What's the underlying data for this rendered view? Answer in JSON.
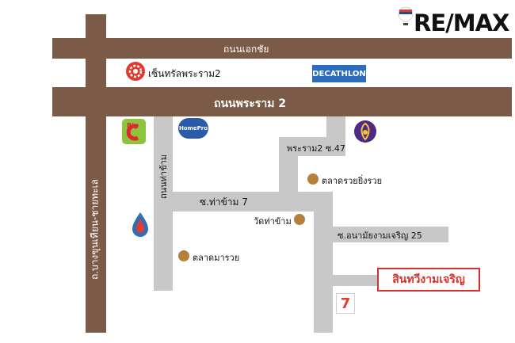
{
  "brand": {
    "name": "RE/MAX"
  },
  "roads": {
    "ekkachai": "ถนนเอกชัย",
    "rama2": "ถนนพระราม 2",
    "bangkhunthian": "ถ.บางขุนเทียน-ชายทะเล",
    "thakham": "ถนนท่าข้าม",
    "soi_thakham7": "ซ.ท่าข้าม 7",
    "soi_rama2_47": "พระราม2 ซ.47",
    "soi_anamai25": "ซ.อนามัยงามเจริญ 25"
  },
  "places": {
    "central_rama2": "เซ็นทรัลพระราม2",
    "decathlon": "DECATHLON",
    "homepro": "HomePro",
    "big_c": "Big C",
    "talad_ruayying": "ตลาดรวยยิ่งรวย",
    "wat_thakham": "วัดท่าข้าม",
    "talad_maruay": "ตลาดมารวย",
    "seven_eleven": "7"
  },
  "target": {
    "label": "สินทวีงามเจริญ"
  },
  "colors": {
    "main_road": "#7b5a48",
    "minor_road": "#c8c8c8",
    "poi_dot": "#b5813a",
    "target_border": "#d9302c"
  }
}
